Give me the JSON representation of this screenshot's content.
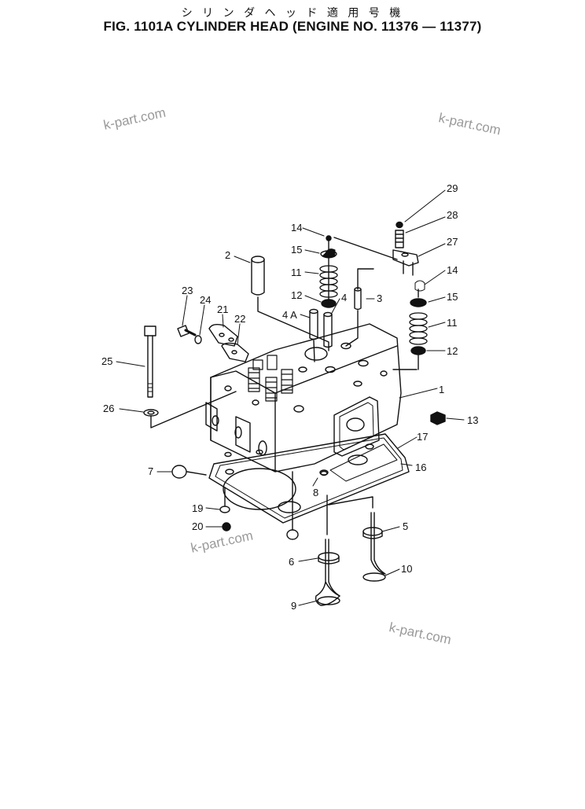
{
  "title_jp": "シ リ ン ダ ヘ ッ ド 適 用 号 機",
  "title_main": "FIG. 1101A  CYLINDER HEAD (ENGINE NO. 11376 — 11377)",
  "watermark": "k-part.com",
  "labels": {
    "l1": "1",
    "l2": "2",
    "l3": "3",
    "l4": "4",
    "l4a": "4 A",
    "l5": "5",
    "l6": "6",
    "l7": "7",
    "l8": "8",
    "l9": "9",
    "l10": "10",
    "l11a": "11",
    "l11b": "11",
    "l12a": "12",
    "l12b": "12",
    "l13": "13",
    "l14a": "14",
    "l14b": "14",
    "l15a": "15",
    "l15b": "15",
    "l16": "16",
    "l17": "17",
    "l19": "19",
    "l20": "20",
    "l21": "21",
    "l22": "22",
    "l23": "23",
    "l24": "24",
    "l25": "25",
    "l26": "26",
    "l27": "27",
    "l28": "28",
    "l29": "29"
  }
}
